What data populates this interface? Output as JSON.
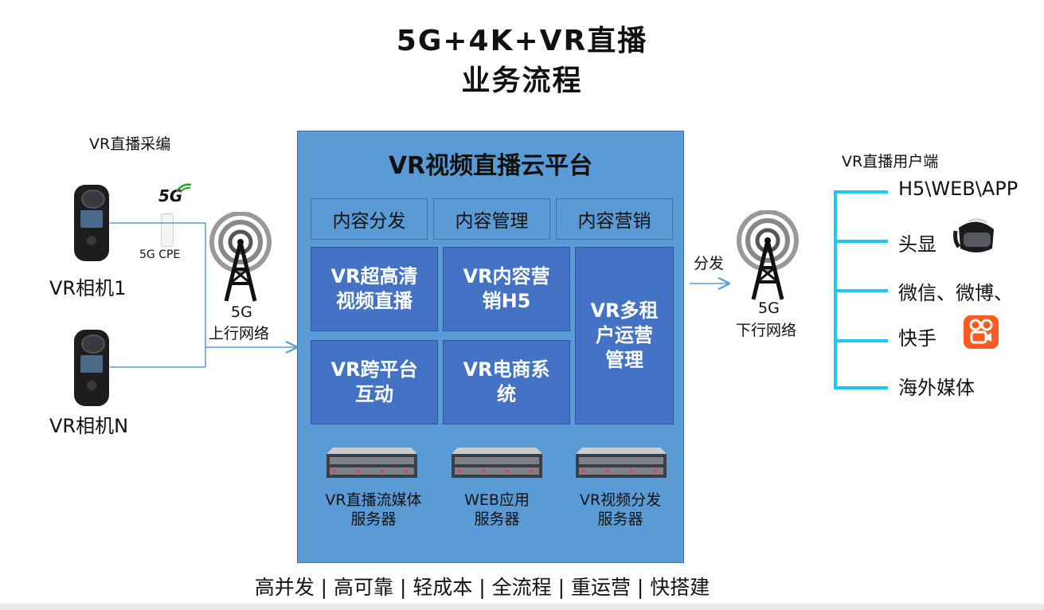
{
  "title": {
    "line1": "5G+4K+VR直播",
    "line2": "业务流程"
  },
  "capture": {
    "label": "VR直播采编",
    "camera1": "VR相机1",
    "cameraN": "VR相机N",
    "cpe_badge": "5G",
    "cpe_label": "5G CPE"
  },
  "uplink": {
    "line1": "5G",
    "line2": "上行网络"
  },
  "platform": {
    "title": "VR视频直播云平台",
    "top_modules": [
      "内容分发",
      "内容管理",
      "内容营销"
    ],
    "modules": {
      "m1": [
        "VR超高清",
        "视频直播"
      ],
      "m2": [
        "VR内容营",
        "销H5"
      ],
      "m3": [
        "VR跨平台",
        "互动"
      ],
      "m4": [
        "VR电商系",
        "统"
      ],
      "m5": [
        "VR多租",
        "户运营",
        "管理"
      ]
    },
    "servers": [
      {
        "line1": "VR直播流媒体",
        "line2": "服务器"
      },
      {
        "line1": "WEB应用",
        "line2": "服务器"
      },
      {
        "line1": "VR视频分发",
        "line2": "服务器"
      }
    ]
  },
  "distribute_label": "分发",
  "downlink": {
    "line1": "5G",
    "line2": "下行网络"
  },
  "client": {
    "label": "VR直播用户端",
    "items": [
      "H5\\WEB\\APP",
      "头显",
      "微信、微博、",
      "快手",
      "海外媒体"
    ]
  },
  "footer": "高并发 | 高可靠 | 轻成本 | 全流程  | 重运营 | 快搭建",
  "colors": {
    "platform": "#5b9bd5",
    "module": "#4472c4",
    "bracket": "#1ec8f0",
    "kuaishou": "#ff5a1f"
  }
}
